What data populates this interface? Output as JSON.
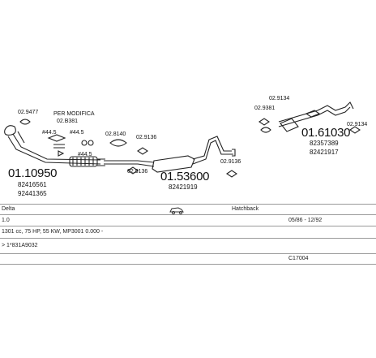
{
  "parts": {
    "p1": "02.9477",
    "per_modifica_title": "PER MODIFICA",
    "per_modifica_code": "02.B381",
    "spacer1": "#44.5",
    "spacer2": "#44.5",
    "spacer3": "#44.5",
    "main1_number": "01.10950",
    "main1_ref1": "82416561",
    "main1_ref2": "92441365",
    "p_8140": "02.8140",
    "p_9136_a": "02.9136",
    "p_9136_b": "02.9136",
    "main2_number": "01.53600",
    "main2_ref": "82421919",
    "p_9136_c": "02.9136",
    "p_9381": "02.9381",
    "p_9134_a": "02.9134",
    "p_9134_b": "02.9134",
    "main3_number": "01.61030",
    "main3_ref1": "82357389",
    "main3_ref2": "82421917"
  },
  "table": {
    "model": "Delta",
    "body_type": "Hatchback",
    "engine": "1.0",
    "period": "05/86 - 12/92",
    "spec": "1301 cc, 75 HP, 55 KW, MP3001 0.000 -",
    "chassis": "> 1*831A9032",
    "code": "C17004"
  },
  "icons": {
    "car": "car-icon"
  },
  "colors": {
    "line": "#222222",
    "rule": "#9a9a9a"
  }
}
